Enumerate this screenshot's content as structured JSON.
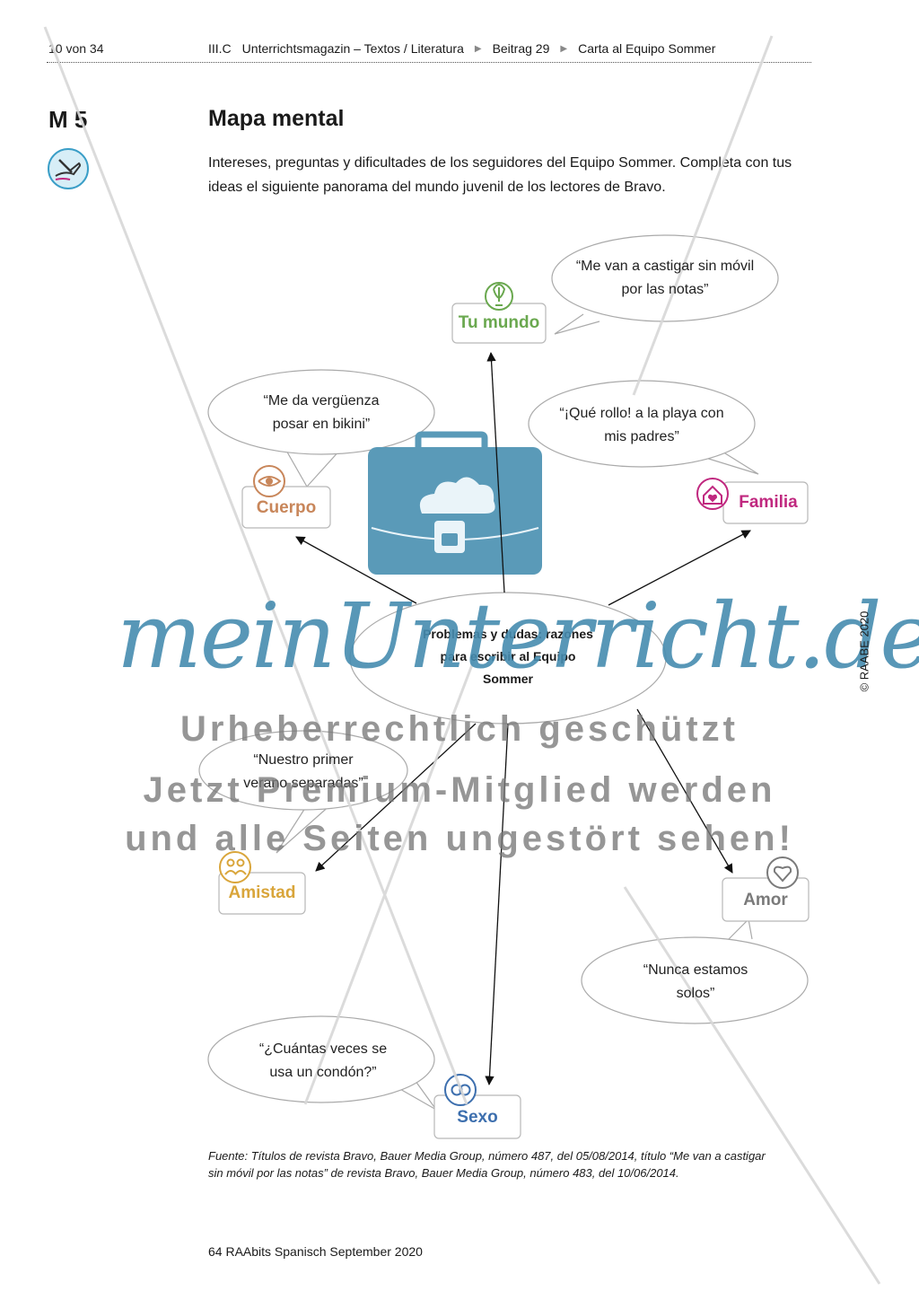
{
  "header": {
    "page": "10 von 34",
    "breadcrumb": [
      "III.C",
      "Unterrichtsmagazin – Textos / Literatura",
      "Beitrag 29",
      "Carta al Equipo Sommer"
    ]
  },
  "material": {
    "label": "M 5",
    "title": "Mapa mental",
    "intro": "Intereses, preguntas y dificultades de los seguidores del Equipo Sommer. Completa con tus ideas el siguiente panorama del mundo juvenil de los lectores de Bravo."
  },
  "mindmap": {
    "center": "Problemas y dudas: razones para escribir al Equipo Sommer",
    "categories": {
      "tu_mundo": "Tu mundo",
      "cuerpo": "Cuerpo",
      "familia": "Familia",
      "amistad": "Amistad",
      "amor": "Amor",
      "sexo": "Sexo"
    },
    "quotes": {
      "tu_mundo": "“Me van a castigar sin móvil por las notas”",
      "cuerpo": "“Me da vergüenza posar en bikini”",
      "familia": "“¡Qué rollo! a la playa con mis padres”",
      "amistad": "“Nuestro primer verano separadas”",
      "amor": "“Nunca estamos solos”",
      "sexo": "“¿Cuántas veces se usa un condón?”"
    },
    "colors": {
      "tu_mundo": "#6aa84f",
      "cuerpo": "#c8865a",
      "familia": "#c0287f",
      "amistad": "#d9a53a",
      "amor": "#7a7a7a",
      "sexo": "#3d6fae",
      "briefcase": "#5a9ab8"
    }
  },
  "source": "Fuente: Títulos de revista Bravo, Bauer Media Group, número 487, del 05/08/2014, título “Me van a castigar sin móvil por las notas” de revista Bravo, Bauer Media Group, número 483, del 10/06/2014.",
  "footer": "64 RAAbits Spanisch September 2020",
  "copyright": "© RAABE 2020",
  "watermark": {
    "logo": "meinUnterricht.de",
    "line1": "Urheberrechtlich geschützt",
    "line2": "Jetzt Premium-Mitglied werden",
    "line3": "und alle Seiten ungestört sehen!"
  }
}
